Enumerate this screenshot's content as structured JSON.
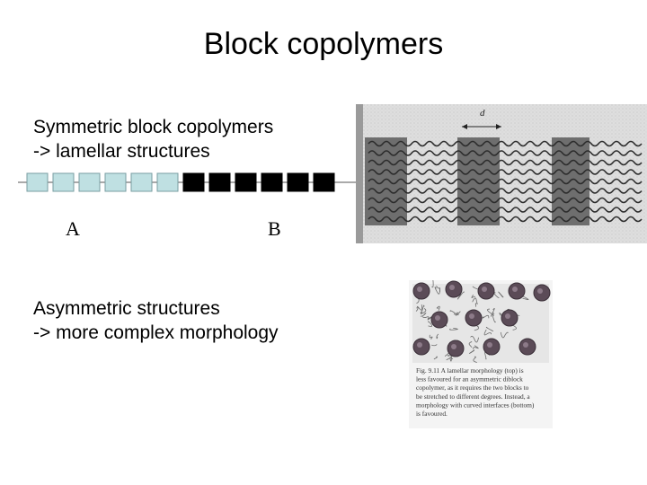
{
  "title": "Block copolymers",
  "symmetric": {
    "line1": "Symmetric block copolymers",
    "line2": "-> lamellar structures"
  },
  "asymmetric": {
    "line1": "Asymmetric structures",
    "line2": "-> more complex morphology"
  },
  "chain": {
    "label_a": "A",
    "label_b": "B",
    "count_a": 6,
    "count_b": 6,
    "color_a": "#bfe0e2",
    "color_b": "#000000"
  },
  "lamellar_figure": {
    "spacing_label": "d"
  },
  "morphology_figure": {
    "caption": [
      "Fig. 9.11  A lamellar morphology (top) is",
      "less favoured for an asymmetric diblock",
      "copolymer, as it requires the two blocks to",
      "be stretched to different degrees. Instead, a",
      "morphology with curved interfaces (bottom)",
      "is favoured."
    ]
  }
}
